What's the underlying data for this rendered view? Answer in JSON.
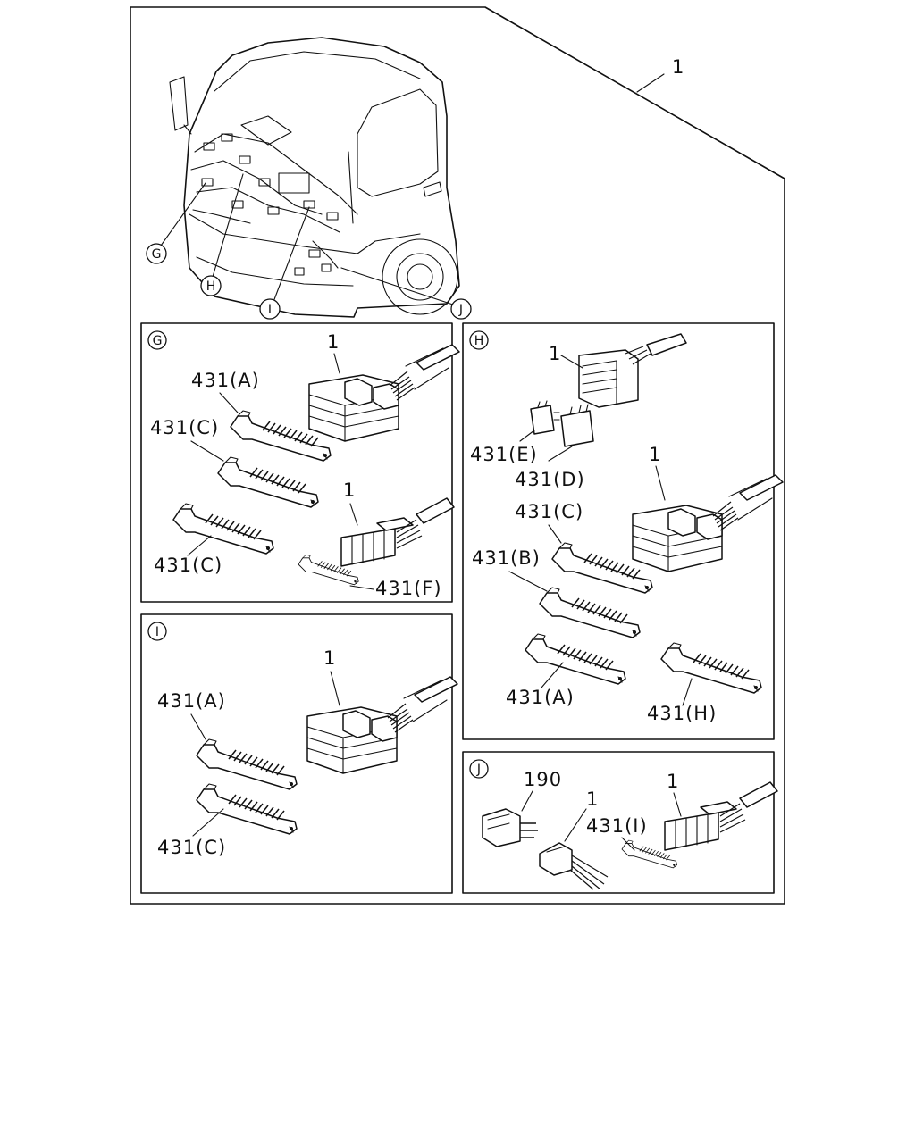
{
  "diagram": {
    "main_part_label": "1",
    "callouts": [
      "G",
      "H",
      "I",
      "J"
    ],
    "panels": {
      "G": {
        "title": "G",
        "labels": {
          "conn1": "1",
          "conn2": "1",
          "a": "431(A)",
          "c1": "431(C)",
          "c2": "431(C)",
          "f": "431(F)"
        }
      },
      "H": {
        "title": "H",
        "labels": {
          "conn1": "1",
          "conn2": "1",
          "e": "431(E)",
          "d": "431(D)",
          "c": "431(C)",
          "b": "431(B)",
          "a": "431(A)",
          "h": "431(H)"
        }
      },
      "I": {
        "title": "I",
        "labels": {
          "conn1": "1",
          "a": "431(A)",
          "c": "431(C)"
        }
      },
      "J": {
        "title": "J",
        "labels": {
          "p190": "190",
          "conn1": "1",
          "conn2": "1",
          "i": "431(I)"
        }
      }
    }
  }
}
